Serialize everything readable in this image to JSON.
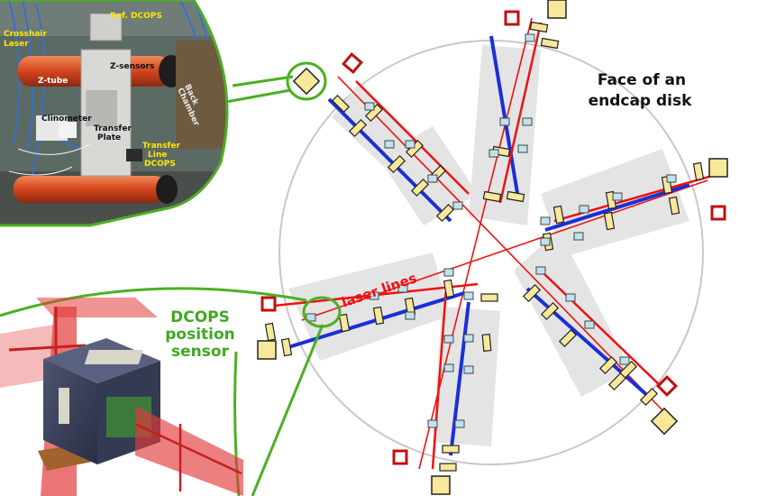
{
  "title_lines": [
    "Face of an",
    "endcap disk"
  ],
  "laser_label": "laser lines",
  "sensor_label_lines": [
    "DCOPS",
    "position",
    "sensor"
  ],
  "photo_labels": {
    "crosshair_laser_lines": [
      "Crosshair",
      "Laser"
    ],
    "ref_dcops": "Ref. DCOPS",
    "z_sensors": "Z-sensors",
    "z_tube": "Z-tube",
    "back_chamber_lines": [
      "Back",
      "Chamber"
    ],
    "clinometer": "Clinometer",
    "transfer_plate_lines": [
      "Transfer",
      "Plate"
    ],
    "transfer_line_dcops_lines": [
      "Transfer",
      "Line",
      "DCOPS"
    ]
  },
  "colors": {
    "laser": "#ee1111",
    "beam": "#1a2fd6",
    "callout": "#4caf23",
    "sensor_fill": "#f7e89a",
    "light_sensor": "#bfe3ee",
    "sector": "#e4e4e4",
    "disk": "#c8c8c8",
    "photo_label_yellow": "#ffe600"
  }
}
